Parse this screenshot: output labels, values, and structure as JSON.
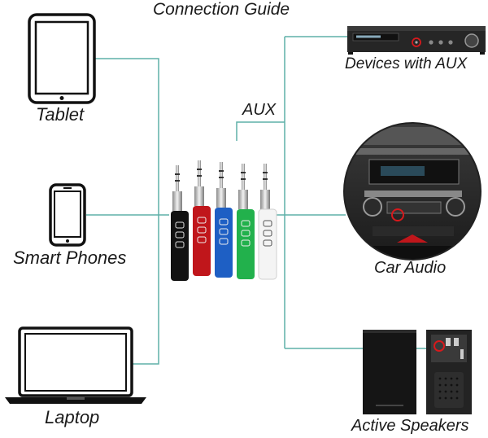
{
  "title": "Connection Guide",
  "hub_label": "AUX",
  "left_devices": [
    {
      "label": "Tablet",
      "icon": "tablet-icon"
    },
    {
      "label": "Smart Phones",
      "icon": "smartphone-icon"
    },
    {
      "label": "Laptop",
      "icon": "laptop-icon"
    }
  ],
  "right_devices": [
    {
      "label": "Devices with AUX",
      "icon": "stereo-receiver-icon"
    },
    {
      "label": "Car Audio",
      "icon": "car-dashboard-icon"
    },
    {
      "label": "Active Speakers",
      "icon": "speakers-icon"
    }
  ],
  "adapters": {
    "colors": [
      "#111111",
      "#c0161b",
      "#1e5fc4",
      "#22b14c",
      "#f4f4f4"
    ]
  },
  "colors": {
    "connector_line": "#5fb0a8",
    "highlight_ring": "#d7191c",
    "device_outline": "#111111"
  }
}
